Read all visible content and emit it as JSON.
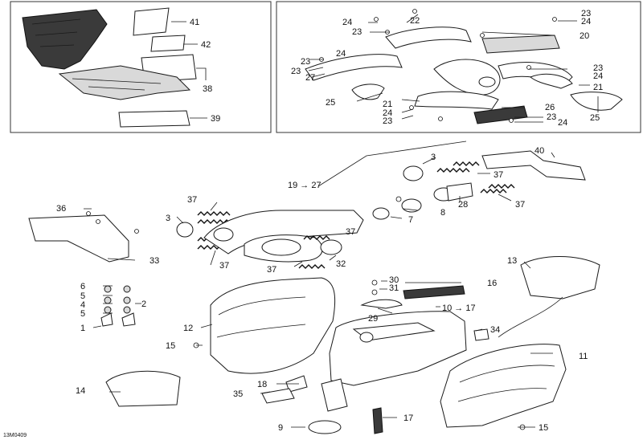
{
  "diagram": {
    "drawing_code": "13M0409",
    "callouts": {
      "c1": "1",
      "c2": "2",
      "c3a": "3",
      "c3b": "3",
      "c4": "4",
      "c5a": "5",
      "c5b": "5",
      "c6": "6",
      "c7": "7",
      "c8": "8",
      "c9": "9",
      "c10": "10 → 17",
      "c11": "11",
      "c12": "12",
      "c13": "13",
      "c14": "14",
      "c15a": "15",
      "c15b": "15",
      "c16": "16",
      "c17": "17",
      "c18": "18",
      "c19": "19 → 27",
      "c20": "20",
      "c21a": "21",
      "c21b": "21",
      "c22": "22",
      "c23a": "23",
      "c23b": "23",
      "c23c": "23",
      "c23d": "23",
      "c23e": "23",
      "c23f": "23",
      "c24a": "24",
      "c24b": "24",
      "c24c": "24",
      "c24d": "24",
      "c24e": "24",
      "c24f": "24",
      "c25a": "25",
      "c25b": "25",
      "c26": "26",
      "c27": "27",
      "c28": "28",
      "c29": "29",
      "c30": "30",
      "c31": "31",
      "c32": "32",
      "c33": "33",
      "c34": "34",
      "c35": "35",
      "c36": "36",
      "c37a": "37",
      "c37b": "37",
      "c37c": "37",
      "c37d": "37",
      "c37e": "37",
      "c37f": "37",
      "c38": "38",
      "c39": "39",
      "c40": "40",
      "c41": "41",
      "c42": "42"
    }
  }
}
